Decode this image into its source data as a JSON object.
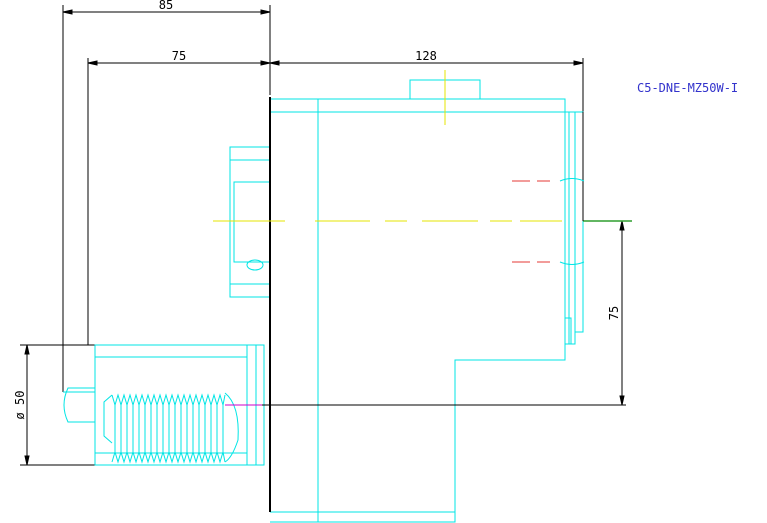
{
  "part_label": "C5-DNE-MZ50W-I",
  "dimensions": {
    "overall_length": "85",
    "shank_length": "75",
    "body_width": "128",
    "center_offset": "75",
    "shank_diameter": "ø 50"
  },
  "colors": {
    "outline": "#00e5e5",
    "dimension": "#000000",
    "centerline": "#e6e600",
    "hidden_line": "#e53935",
    "label": "#3333cc",
    "mark": "#cc00cc",
    "axis": "#2e9e2e"
  }
}
